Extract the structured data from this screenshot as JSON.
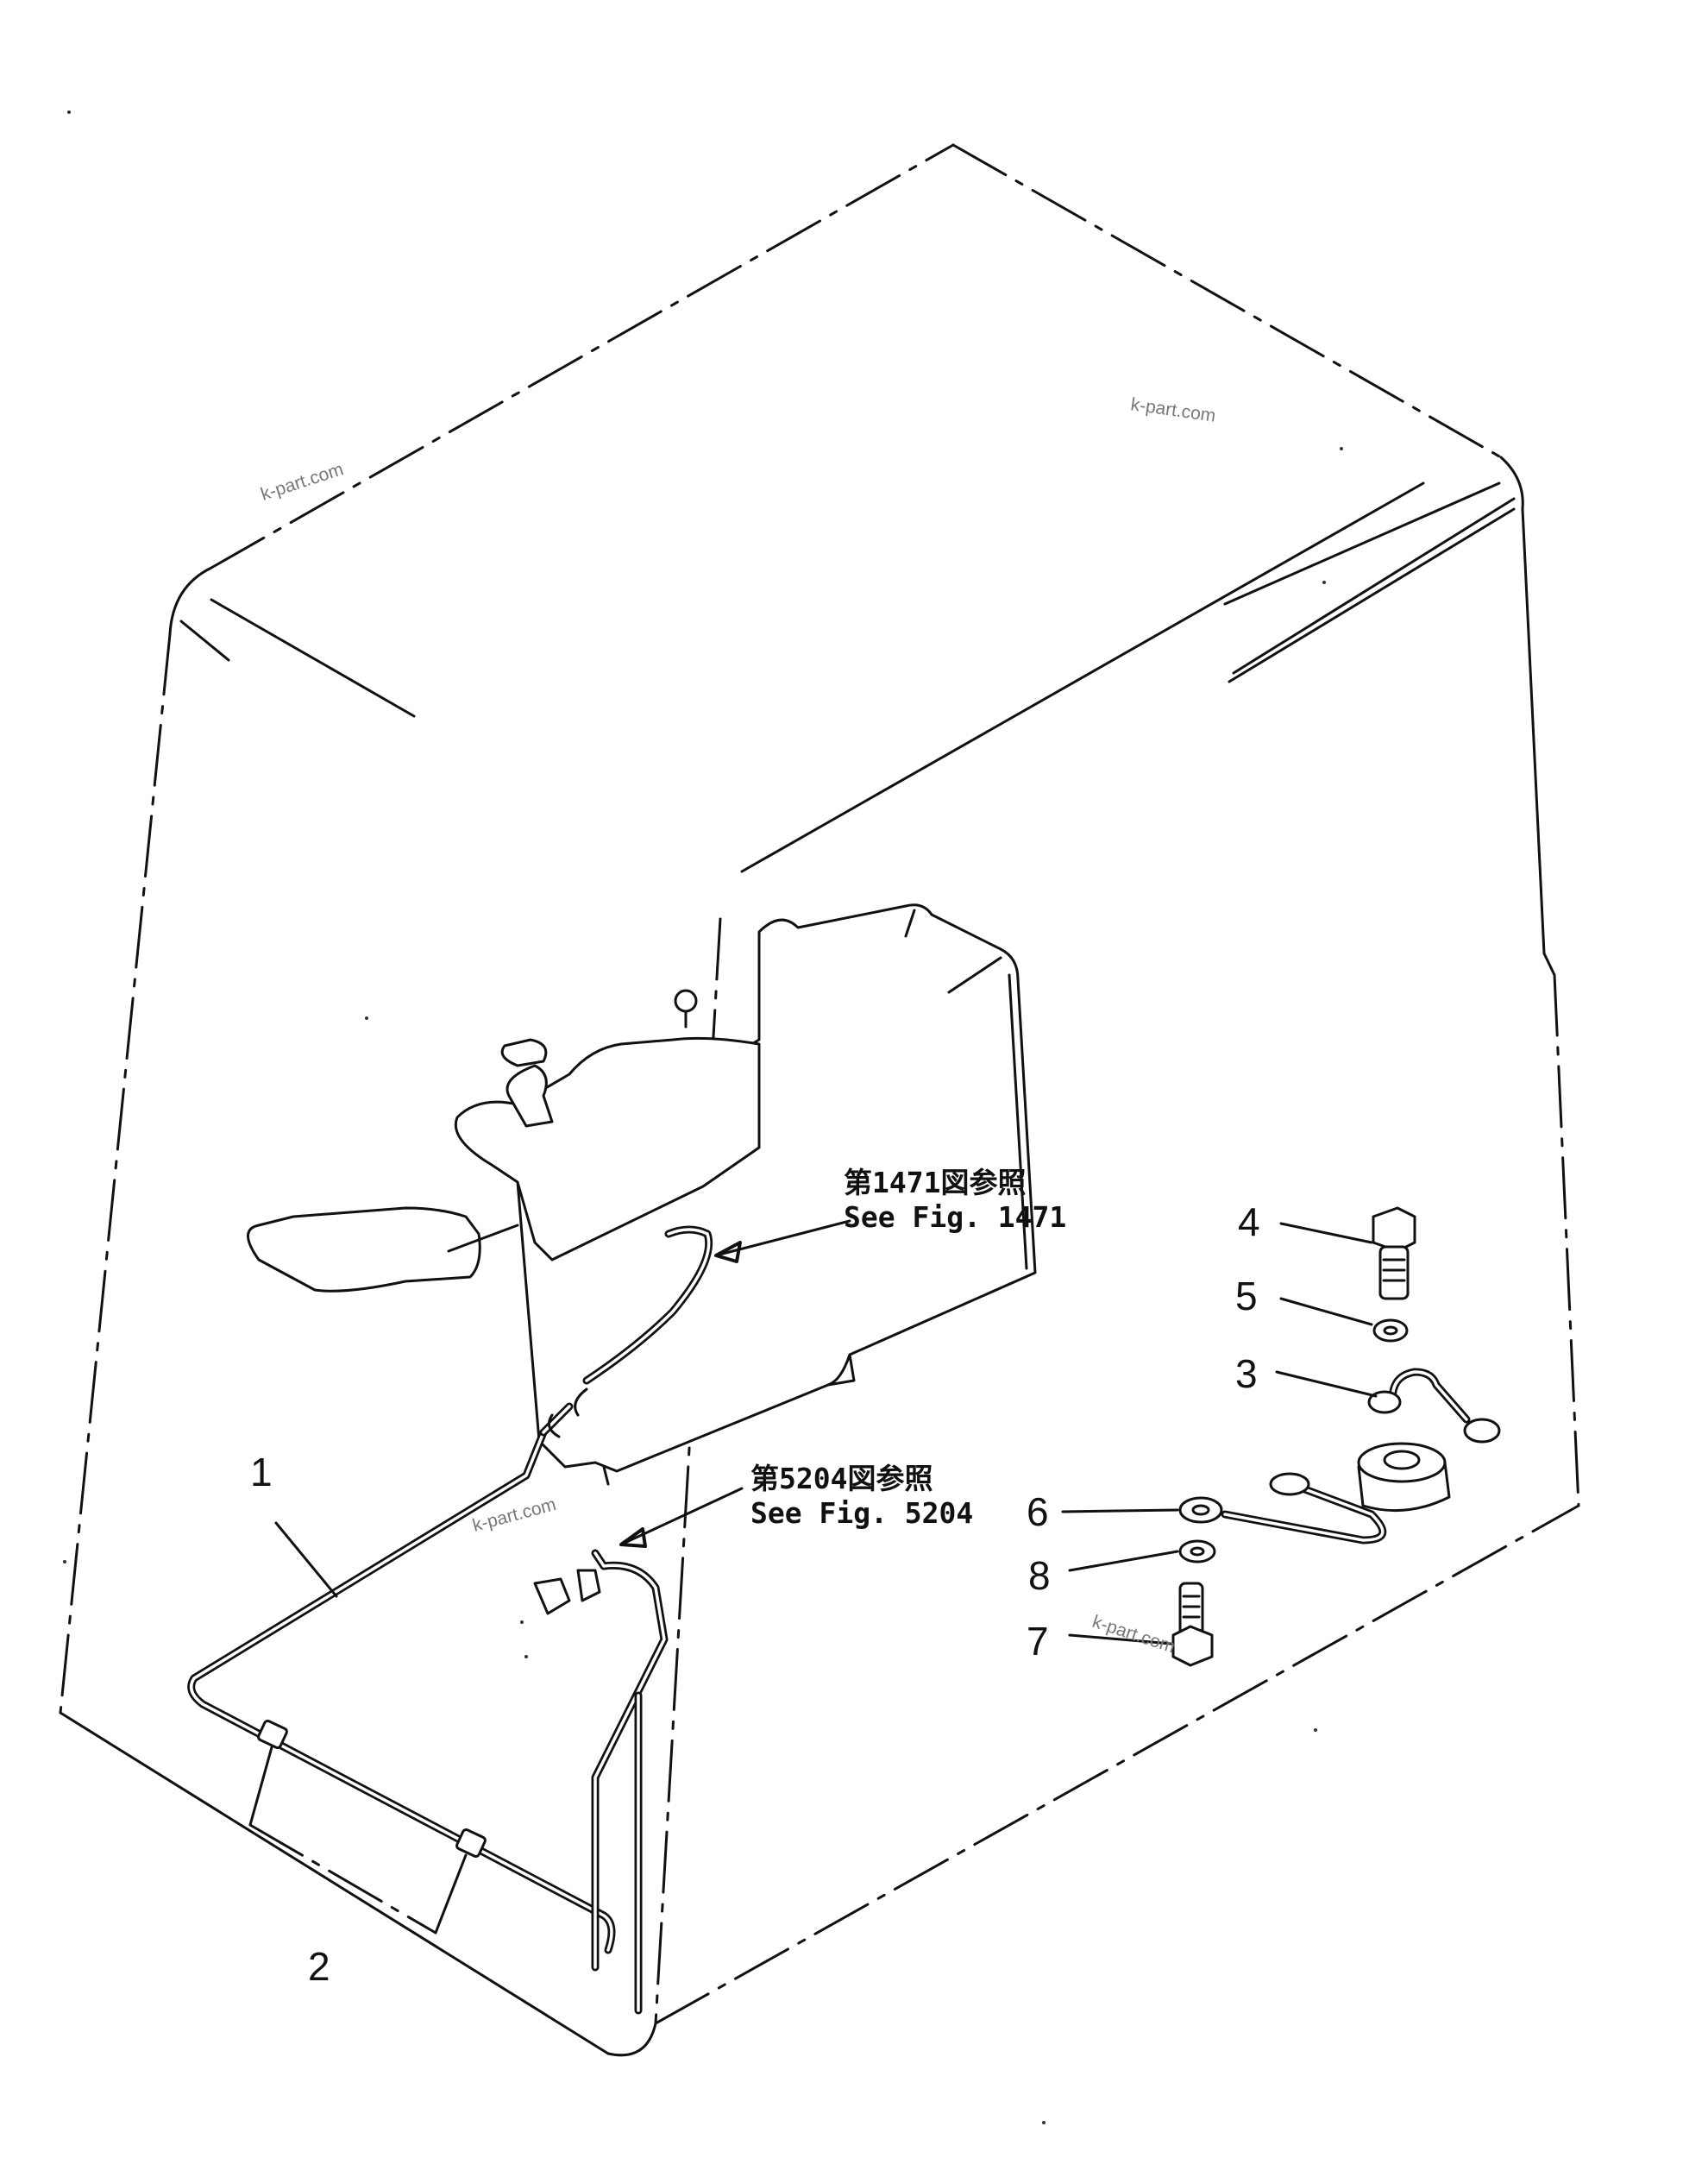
{
  "callouts": {
    "c1": "1",
    "c2": "2",
    "c3": "3",
    "c4": "4",
    "c5": "5",
    "c6": "6",
    "c7": "7",
    "c8": "8"
  },
  "references": {
    "ref_1471_jp": "第1471図参照",
    "ref_1471_en": "See Fig. 1471",
    "ref_5204_jp": "第5204図参照",
    "ref_5204_en": "See Fig. 5204"
  },
  "watermark": "k-part.com"
}
